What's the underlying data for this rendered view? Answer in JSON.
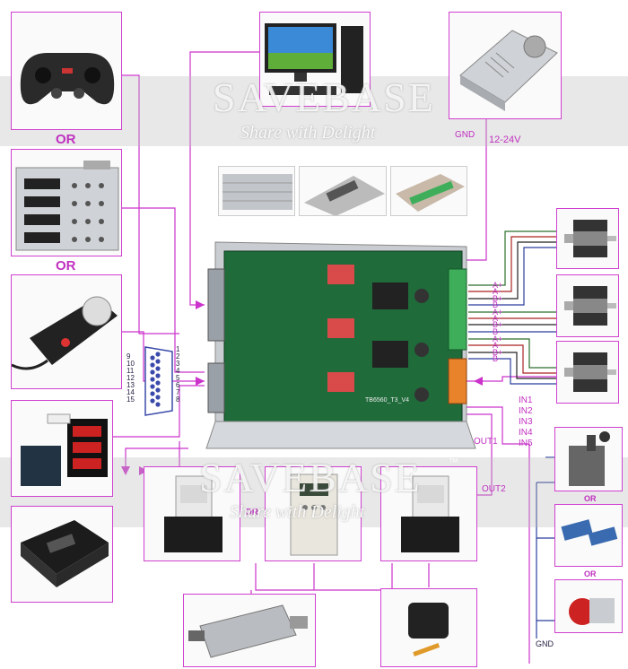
{
  "watermark": {
    "brand": "SAVEBASE",
    "tagline": "Share with Delight",
    "trademark": "™"
  },
  "labels": {
    "or_top": "OR",
    "or_mid": "OR",
    "or_relay": "OR",
    "or_sensor1": "OR",
    "or_sensor2": "OR",
    "gnd_psu": "GND",
    "voltage": "12-24V",
    "gnd_bottom": "GND",
    "out1": "OUT1",
    "out2": "OUT2",
    "board_text": "TB6560_T3_V4"
  },
  "motor_pins": [
    "A+",
    "A-",
    "B+",
    "B-",
    "A+",
    "A-",
    "B+",
    "B-",
    "A+",
    "A-",
    "B+",
    "B-"
  ],
  "inputs": [
    "IN1",
    "IN2",
    "IN3",
    "IN4",
    "IN5"
  ],
  "db15_left": [
    "9",
    "10",
    "11",
    "12",
    "13",
    "14",
    "15"
  ],
  "db15_right": [
    "1",
    "2",
    "3",
    "4",
    "5",
    "6",
    "7",
    "8"
  ],
  "colors": {
    "frame": "#d040d0",
    "wire": "#cc33cc",
    "pcb": "#1f6b3a",
    "blue_wire": "#2b3f9e"
  }
}
